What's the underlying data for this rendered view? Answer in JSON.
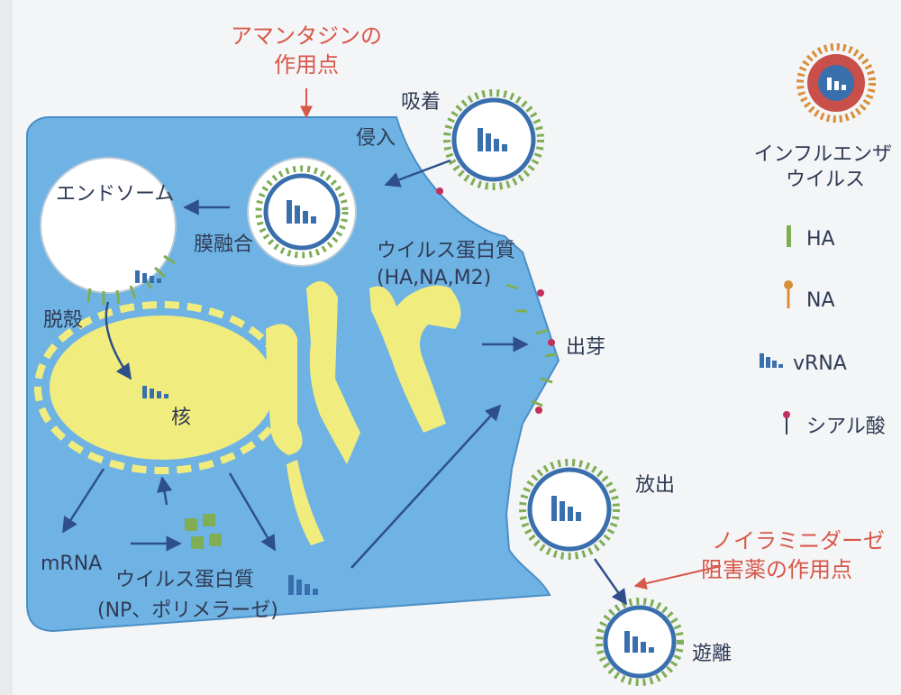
{
  "annotations": {
    "amantadine_line1": "アマンタジンの",
    "amantadine_line2": "作用点",
    "neuraminidase_line1": "ノイラミニダーゼ",
    "neuraminidase_line2": "阻害薬の作用点"
  },
  "labels": {
    "adsorption": "吸着",
    "invasion": "侵入",
    "endosome": "エンドソーム",
    "membrane_fusion": "膜融合",
    "uncoating": "脱殻",
    "nucleus": "核",
    "viral_protein_surface_1": "ウイルス蛋白質",
    "viral_protein_surface_2": "(HA,NA,M2)",
    "budding": "出芽",
    "release": "放出",
    "detachment": "遊離",
    "mrna": "mRNA",
    "viral_protein_internal_1": "ウイルス蛋白質",
    "viral_protein_internal_2": "(NP、ポリメラーゼ)"
  },
  "legend": {
    "virus_title_1": "インフルエンザ",
    "virus_title_2": "ウイルス",
    "items": [
      {
        "label": "HA",
        "icon": "ha-spike-icon"
      },
      {
        "label": "NA",
        "icon": "na-spike-icon"
      },
      {
        "label": "vRNA",
        "icon": "vrna-icon"
      },
      {
        "label": "シアル酸",
        "icon": "sialic-acid-icon"
      }
    ]
  },
  "colors": {
    "cell": "#6fb3e4",
    "nucleus": "#f1ec7e",
    "annotation": "#d8584a",
    "arrow": "#2f4f8c",
    "ha": "#7fae55",
    "na": "#d98f3a",
    "virus_ring": "#3a6fae"
  }
}
